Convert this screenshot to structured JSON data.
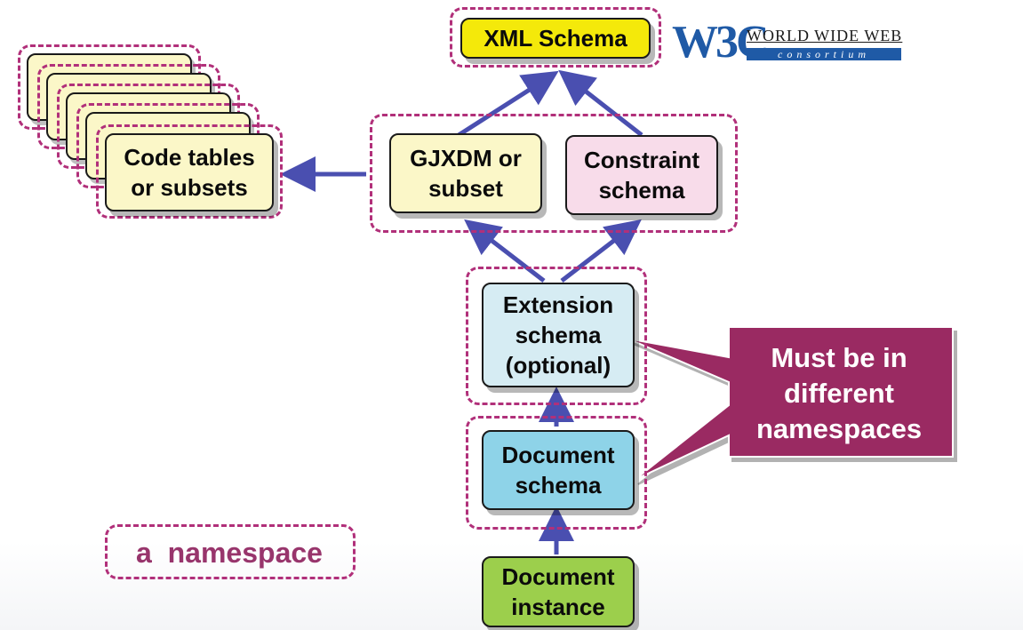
{
  "boxes": {
    "xml_schema": "XML Schema",
    "code_tables": [
      "Code tables",
      "or subsets"
    ],
    "gjxdm": [
      "GJXDM or",
      "subset"
    ],
    "constraint": [
      "Constraint",
      "schema"
    ],
    "extension": [
      "Extension",
      "schema",
      "(optional)"
    ],
    "document_schema": [
      "Document",
      "schema"
    ],
    "document_instance": [
      "Document",
      "instance"
    ]
  },
  "callout": [
    "Must be in",
    "different",
    "namespaces"
  ],
  "legend": "a  namespace",
  "logo": {
    "mark": "W3C",
    "line1": "WORLD WIDE WEB",
    "line2": "consortium"
  },
  "colors": {
    "namespace_outline": "#b1307a",
    "arrow": "#4a4fb0",
    "callout_fill": "#9a2a62",
    "xml_schema_fill": "#f4e90a",
    "yellow_fill": "#fbf7c8",
    "pink_fill": "#f8dcea",
    "light_blue_fill": "#d6ecf3",
    "blue_fill": "#8ed3e8",
    "green_fill": "#9ccf4c"
  }
}
